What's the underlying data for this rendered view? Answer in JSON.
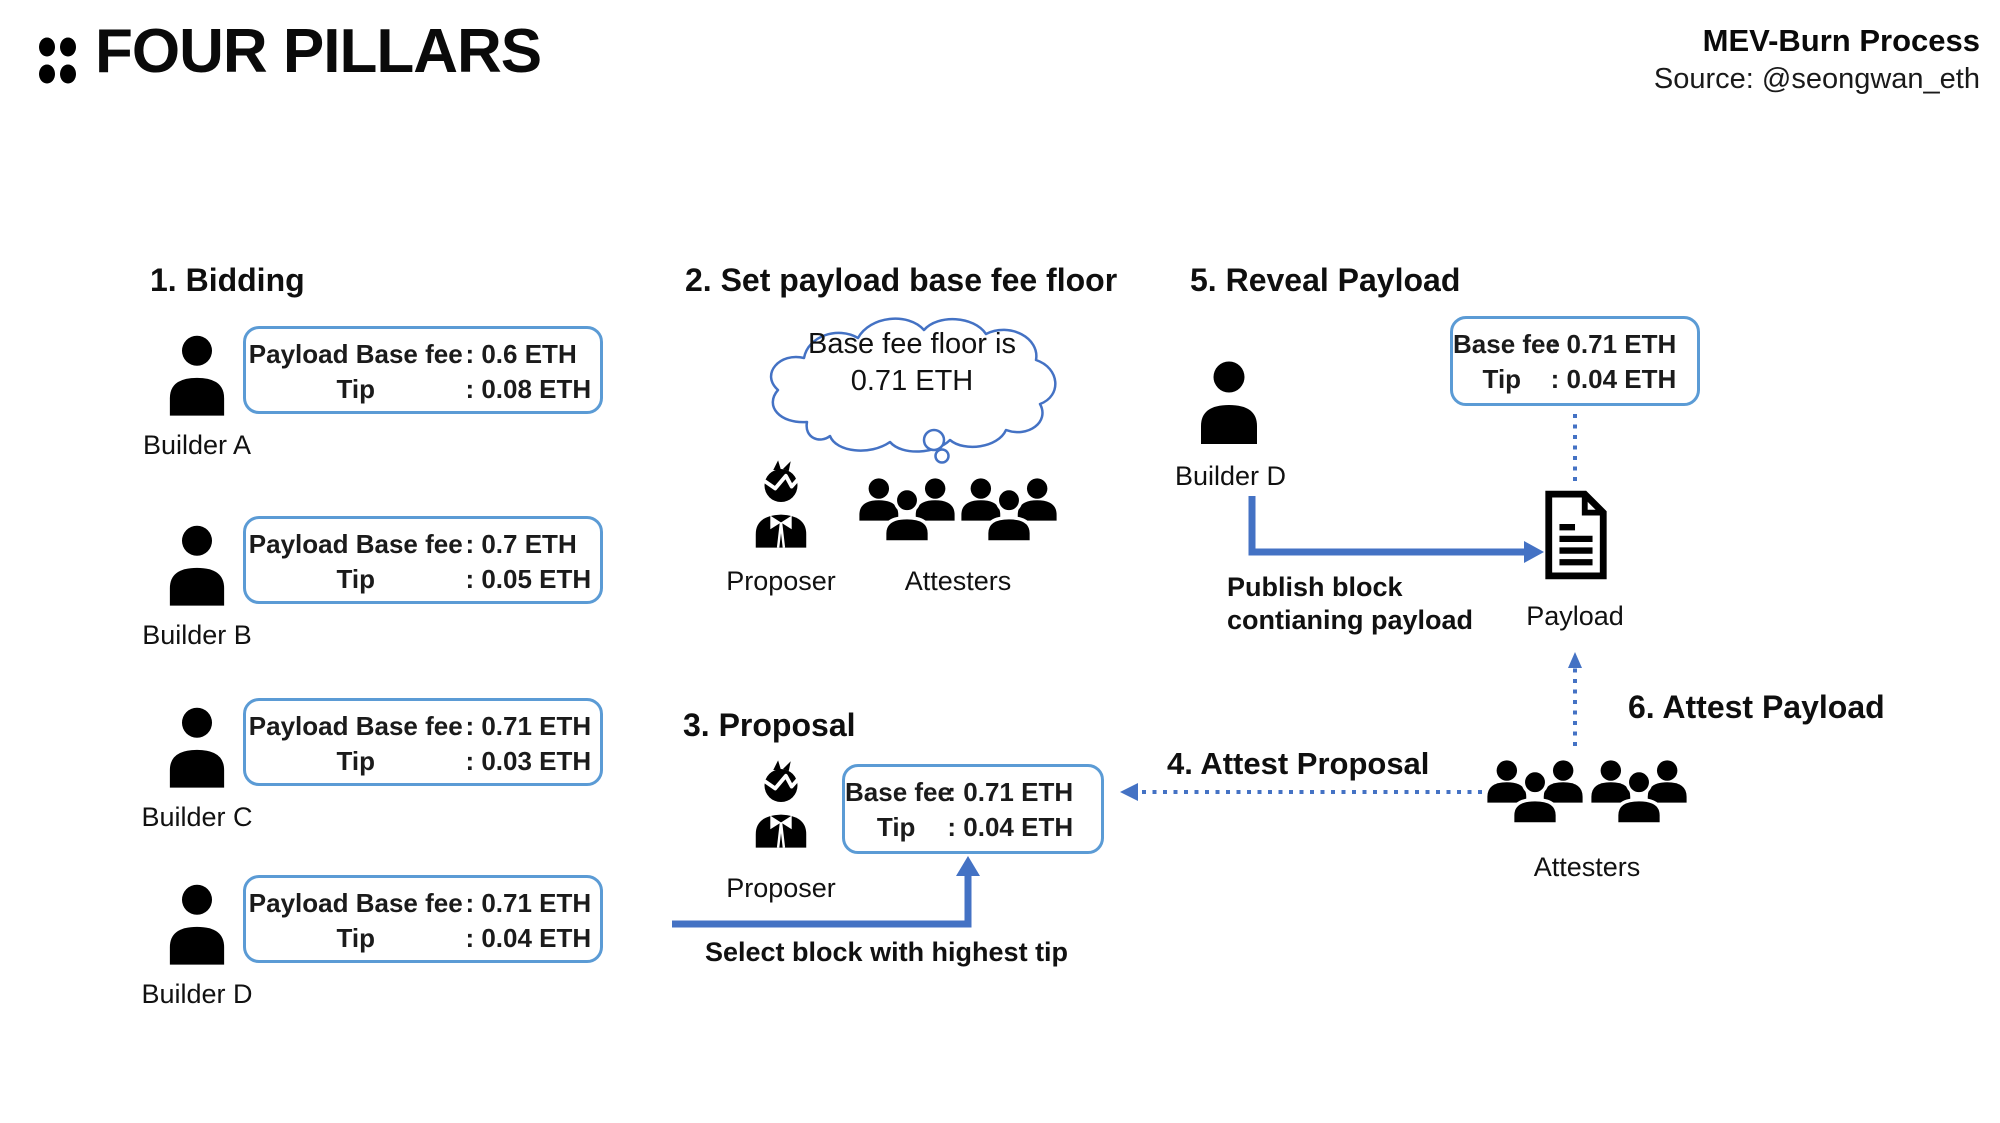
{
  "header": {
    "brand": "FOUR PILLARS",
    "title": "MEV-Burn Process",
    "source": "Source: @seongwan_eth"
  },
  "colors": {
    "box_border": "#5B9BD5",
    "arrow_solid": "#4472C4",
    "arrow_dotted": "#4472C4",
    "cloud_outline": "#4472C4",
    "text": "#111111"
  },
  "icons": {
    "logo": "four-dots-grid",
    "builder": "person-silhouette",
    "proposer": "person-with-bowtie",
    "attesters": "three-person-group",
    "payload": "document-with-folded-corner",
    "thought": "thought-cloud"
  },
  "sections": {
    "s1_bidding": {
      "title": "1. Bidding",
      "builders": [
        {
          "name": "Builder A",
          "fee_label": "Payload Base fee",
          "fee_value": ": 0.6 ETH",
          "tip_label": "Tip",
          "tip_value": ": 0.08 ETH"
        },
        {
          "name": "Builder B",
          "fee_label": "Payload Base fee",
          "fee_value": ": 0.7 ETH",
          "tip_label": "Tip",
          "tip_value": ": 0.05 ETH"
        },
        {
          "name": "Builder C",
          "fee_label": "Payload Base fee",
          "fee_value": ": 0.71 ETH",
          "tip_label": "Tip",
          "tip_value": ": 0.03 ETH"
        },
        {
          "name": "Builder D",
          "fee_label": "Payload Base fee",
          "fee_value": ": 0.71 ETH",
          "tip_label": "Tip",
          "tip_value": ": 0.04 ETH"
        }
      ]
    },
    "s2_floor": {
      "title": "2. Set payload base fee floor",
      "cloud_line1": "Base fee floor is",
      "cloud_line2": "0.71 ETH",
      "proposer_label": "Proposer",
      "attesters_label": "Attesters"
    },
    "s3_proposal": {
      "title": "3. Proposal",
      "proposer_label": "Proposer",
      "fee_label": "Base fee",
      "fee_value": ": 0.71 ETH",
      "tip_label": "Tip",
      "tip_value": ": 0.04 ETH",
      "caption": "Select block with highest tip"
    },
    "s4_attest_proposal": {
      "title": "4. Attest Proposal",
      "attesters_label": "Attesters"
    },
    "s5_reveal": {
      "title": "5. Reveal Payload",
      "builder_label": "Builder D",
      "fee_label": "Base fee",
      "fee_value": ": 0.71 ETH",
      "tip_label": "Tip",
      "tip_value": ": 0.04 ETH",
      "caption_line1": "Publish block",
      "caption_line2": "contianing payload",
      "payload_label": "Payload"
    },
    "s6_attest_payload": {
      "title": "6. Attest Payload"
    }
  }
}
